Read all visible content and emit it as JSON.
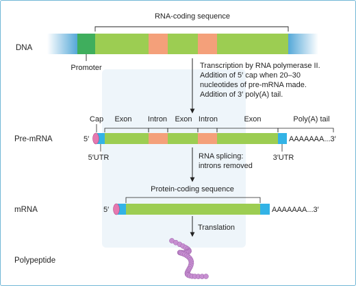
{
  "colors": {
    "exon": "#9ccd52",
    "intron": "#f4a07a",
    "promoter": "#3fae5d",
    "dna_flank": "#55a8d8",
    "utr": "#33b3e6",
    "cap": "#e678b0",
    "peptide": "#c78fd1",
    "frame": "#6fb6d6"
  },
  "rows": {
    "dna": "DNA",
    "premrna": "Pre-mRNA",
    "mrna": "mRNA",
    "polypeptide": "Polypeptide"
  },
  "dna": {
    "bracket_label": "RNA-coding sequence",
    "promoter_label": "Promoter"
  },
  "step1": {
    "lines": [
      "Transcription by RNA polymerase II.",
      "Addition of 5′ cap when 20–30",
      "nucleotides of pre-mRNA made.",
      "Addition of 3′ poly(A) tail."
    ]
  },
  "premrna": {
    "top_labels": {
      "cap": "Cap",
      "exon1": "Exon",
      "intron1": "Intron",
      "exon2": "Exon",
      "intron2": "Intron",
      "exon3": "Exon",
      "polya": "Poly(A) tail"
    },
    "five_prime": "5′",
    "tail": "AAAAAAA...3′",
    "utr5": "5′UTR",
    "utr3": "3′UTR"
  },
  "step2": {
    "lines": [
      "RNA splicing:",
      "introns removed"
    ]
  },
  "mrna": {
    "bracket_label": "Protein-coding sequence",
    "five_prime": "5′",
    "tail": "AAAAAAA...3′"
  },
  "step3": {
    "label": "Translation"
  }
}
